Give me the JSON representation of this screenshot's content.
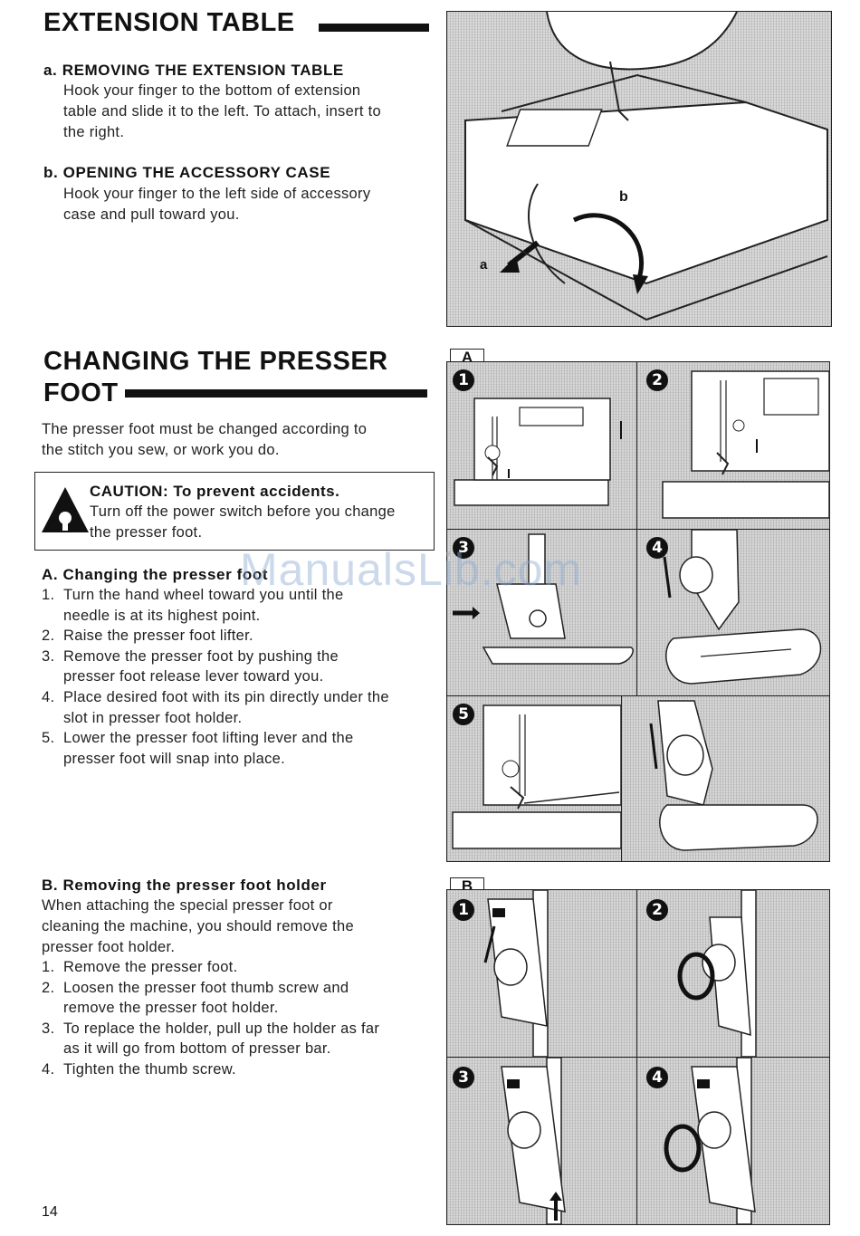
{
  "ext": {
    "title": "EXTENSION TABLE",
    "a_title": "a. REMOVING THE EXTENSION TABLE",
    "a_text": [
      "Hook your finger to the bottom of extension",
      "table and slide it to the left. To attach, insert to",
      "the right."
    ],
    "b_title": "b. OPENING THE ACCESSORY CASE",
    "b_text": [
      "Hook your finger to the left side of accessory",
      "case and pull toward you."
    ],
    "fig_label_a": "a",
    "fig_label_b": "b"
  },
  "presser": {
    "title_line1": "CHANGING THE PRESSER",
    "title_line2": "FOOT",
    "intro": [
      "The presser foot must be changed according to",
      "the stitch you sew, or work you do."
    ],
    "caution_title": "CAUTION: To prevent accidents.",
    "caution_text": [
      "Turn off the power switch before you change",
      "the presser foot."
    ],
    "a_title": "A. Changing the presser foot",
    "a_steps": [
      {
        "num": "1.",
        "lines": [
          "Turn the hand wheel toward you until the",
          "needle is at its highest point."
        ]
      },
      {
        "num": "2.",
        "lines": [
          "Raise the presser foot lifter."
        ]
      },
      {
        "num": "3.",
        "lines": [
          "Remove the presser foot by pushing the",
          "presser foot release lever toward you."
        ]
      },
      {
        "num": "4.",
        "lines": [
          "Place desired foot with its pin directly under the",
          "slot in presser foot holder."
        ]
      },
      {
        "num": "5.",
        "lines": [
          "Lower the presser foot lifting lever and the",
          "presser foot will snap into place."
        ]
      }
    ],
    "b_title": "B. Removing the presser foot holder",
    "b_intro": [
      "When attaching the special presser foot or",
      "cleaning the machine, you should remove the",
      "presser foot holder."
    ],
    "b_steps": [
      {
        "num": "1.",
        "lines": [
          "Remove the presser foot."
        ]
      },
      {
        "num": "2.",
        "lines": [
          "Loosen the presser foot thumb screw and",
          "remove the presser foot holder."
        ]
      },
      {
        "num": "3.",
        "lines": [
          "To replace the holder, pull up the holder as far",
          "as it will go from bottom of presser bar."
        ]
      },
      {
        "num": "4.",
        "lines": [
          "Tighten the thumb screw."
        ]
      }
    ],
    "fig_a_label": "A",
    "fig_b_label": "B",
    "step_numbers": [
      "1",
      "2",
      "3",
      "4",
      "5"
    ]
  },
  "page_number": "14",
  "watermark": "ManualsLib.com"
}
